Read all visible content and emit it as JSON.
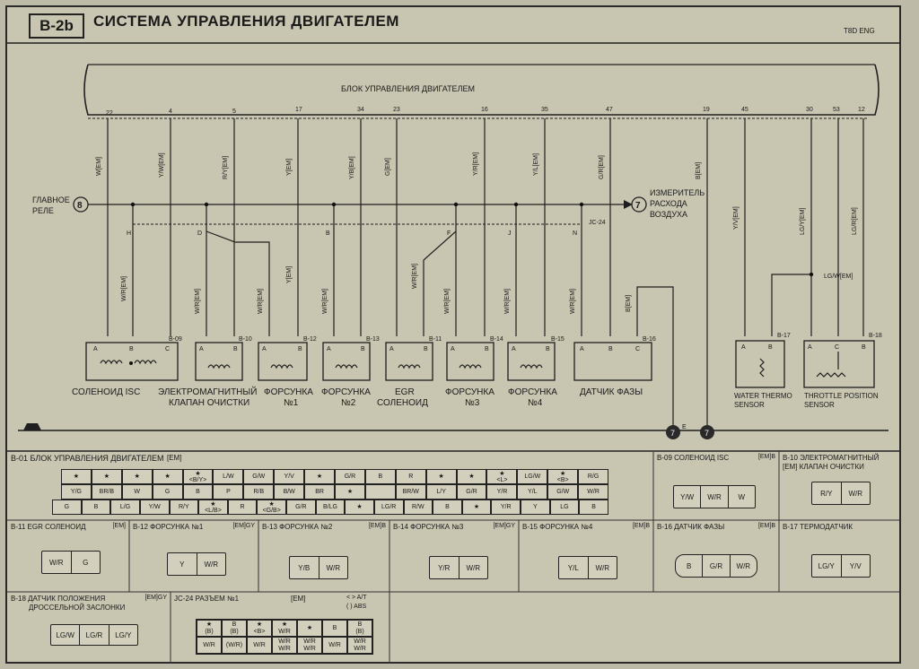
{
  "header": {
    "code": "B-2b",
    "title": "СИСТЕМА УПРАВЛЕНИЯ ДВИГАТЕЛЕМ",
    "tag": "T8D ENG"
  },
  "ecm": {
    "title": "БЛОК УПРАВЛЕНИЯ ДВИГАТЕЛЕМ"
  },
  "pins": [
    "22",
    "4",
    "5",
    "17",
    "34",
    "23",
    "16",
    "35",
    "47",
    "19",
    "45",
    "30",
    "53",
    "12"
  ],
  "wires": {
    "w1": "W[EM]",
    "w2": "Y/W[EM]",
    "w3": "R/Y[EM]",
    "w4": "Y[EM]",
    "w5": "Y/B[EM]",
    "w6": "G[EM]",
    "w7": "Y/R[EM]",
    "w8": "Y/L[EM]",
    "w9": "G/R[EM]",
    "w10": "B[EM]",
    "w11": "Y/V[EM]",
    "w12": "LG/Y[EM]",
    "w13": "LG/R[EM]",
    "wr1": "W/R[EM]",
    "wr2": "W/R[EM]",
    "wr3": "W/R[EM]",
    "wr4": "W/R[EM]",
    "wr5": "W/R[EM]",
    "wr6": "W/R[EM]",
    "wr7": "W/R[EM]",
    "wr8": "W/R[EM]",
    "y2": "Y[EM]",
    "b2": "B[EM]",
    "lgw": "LG/W[EM]"
  },
  "relay": {
    "label1": "ГЛАВНОЕ",
    "label2": "РЕЛЕ",
    "num": "8"
  },
  "afm": {
    "num": "7",
    "l1": "ИЗМЕРИТЕЛЬ",
    "l2": "РАСХОДА",
    "l3": "ВОЗДУХА"
  },
  "joints": {
    "h": "H",
    "d": "D",
    "b": "B",
    "f": "F",
    "j": "J",
    "n": "N",
    "jc": "JC-24"
  },
  "connectors": {
    "b09": "B-09",
    "b10": "B-10",
    "b12": "B-12",
    "b13": "B-13",
    "b11": "B-11",
    "b14": "B-14",
    "b15": "B-15",
    "b16": "B-16",
    "b17": "B-17",
    "b18": "B-18"
  },
  "pinletters": {
    "a": "A",
    "b": "B",
    "c": "C"
  },
  "components": {
    "isc": "СОЛЕНОИД ISC",
    "purge1": "ЭЛЕКТРОМАГНИТНЫЙ",
    "purge2": "КЛАПАН ОЧИСТКИ",
    "inj1a": "ФОРСУНКА",
    "inj1b": "№1",
    "inj2a": "ФОРСУНКА",
    "inj2b": "№2",
    "egr1": "EGR",
    "egr2": "СОЛЕНОИД",
    "inj3a": "ФОРСУНКА",
    "inj3b": "№3",
    "inj4a": "ФОРСУНКА",
    "inj4b": "№4",
    "phase": "ДАТЧИК ФАЗЫ",
    "wts1": "WATER THERMO",
    "wts2": "SENSOR",
    "tps1": "THROTTLE POSITION",
    "tps2": "SENSOR"
  },
  "grounds": {
    "e": "E",
    "g1": "7",
    "g2": "7"
  },
  "panels": {
    "b01": {
      "title": "B-01 БЛОК УПРАВЛЕНИЯ ДВИГАТЕЛЕМ",
      "tag": "[EM]",
      "row1": [
        "★",
        "★",
        "★",
        "★",
        "★\n<B/Y>",
        "L/W",
        "G/W",
        "Y/V",
        "★",
        "G/R",
        "B",
        "R",
        "★",
        "★",
        "★\n<L>",
        "LG/W",
        "★\n<B>",
        "R/G"
      ],
      "row2": [
        "Y/G",
        "BR/B",
        "W",
        "G",
        "B",
        "P",
        "R/B",
        "B/W",
        "BR",
        "★",
        "",
        "BR/W",
        "L/Y",
        "G/R",
        "Y/R",
        "Y/L",
        "G/W",
        "W/R"
      ],
      "row3": [
        "G",
        "B",
        "L/G",
        "Y/W",
        "R/Y",
        "★\n<L/B>",
        "R",
        "★\n<G/B>",
        "G/R",
        "B/LG",
        "★",
        "LG/R",
        "R/W",
        "B",
        "★",
        "Y/R",
        "Y",
        "LG",
        "B"
      ]
    },
    "b09": {
      "title": "B-09 СОЛЕНОИД ISC",
      "tag": "[EM]B",
      "pins": [
        "Y/W",
        "W/R",
        "W"
      ]
    },
    "b10": {
      "title": "B-10 ЭЛЕКТРОМАГНИТНЫЙ",
      "title2": "[EM] КЛАПАН ОЧИСТКИ",
      "pins": [
        "R/Y",
        "W/R"
      ]
    },
    "b11": {
      "title": "B-11 EGR СОЛЕНОИД",
      "tag": "[EM]",
      "pins": [
        "W/R",
        "G"
      ]
    },
    "b12": {
      "title": "B-12 ФОРСУНКА №1",
      "tag": "[EM]GY",
      "pins": [
        "Y",
        "W/R"
      ]
    },
    "b13": {
      "title": "B-13 ФОРСУНКА №2",
      "tag": "[EM]B",
      "pins": [
        "Y/B",
        "W/R"
      ]
    },
    "b14": {
      "title": "B-14 ФОРСУНКА №3",
      "tag": "[EM]GY",
      "pins": [
        "Y/R",
        "W/R"
      ]
    },
    "b15": {
      "title": "B-15 ФОРСУНКА №4",
      "tag": "[EM]B",
      "pins": [
        "Y/L",
        "W/R"
      ]
    },
    "b16": {
      "title": "B-16 ДАТЧИК ФАЗЫ",
      "tag": "[EM]B",
      "pins": [
        "B",
        "G/R",
        "W/R"
      ]
    },
    "b17": {
      "title": "B-17 ТЕРМОДАТЧИК",
      "tag": "",
      "pins": [
        "LG/Y",
        "Y/V"
      ]
    },
    "b18": {
      "title": "B-18 ДАТЧИК ПОЛОЖЕНИЯ",
      "title2": "ДРОССЕЛЬНОЙ ЗАСЛОНКИ",
      "tag": "[EM]GY",
      "pins": [
        "LG/W",
        "LG/R",
        "LG/Y"
      ]
    },
    "jc24": {
      "title": "JC-24 РАЗЪЕМ №1",
      "tag": "[EM]",
      "legend1": "<   >  A/T",
      "legend2": "(   )  ABS",
      "top": [
        "★\n(B)",
        "B\n(B)",
        "★\n<B>",
        "★\nW/R",
        "★",
        "B",
        "B\n(B)"
      ],
      "bot": [
        "W/R",
        "(W/R)",
        "W/R",
        "W/R\nW/R",
        "W/R\nW/R",
        "W/R",
        "W/R\nW/R"
      ]
    }
  }
}
